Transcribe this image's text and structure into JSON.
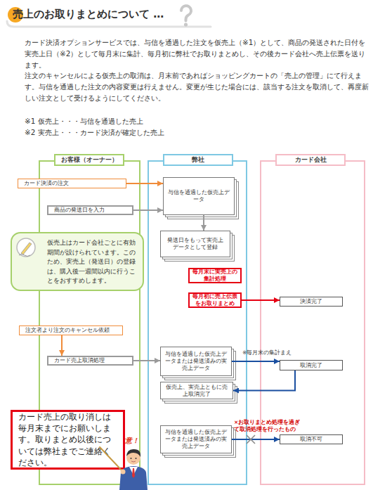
{
  "diagram": {
    "title": "売上のお取りまとめについて …",
    "nodes": [
      {
        "text": [
          "お客様（オーナー）"
        ]
      },
      {
        "text": [
          "弊社"
        ]
      },
      {
        "text": [
          "カード会社"
        ]
      },
      {
        "text": [
          "カード決済の注文"
        ],
        "in": 0
      },
      {
        "text": [
          "与信を通過した仮売上データ"
        ],
        "in": 1
      },
      {
        "text": [
          "商品の発送日を入力"
        ],
        "in": 0
      },
      {
        "text": [
          "発送日をもって実売上データとして登録"
        ],
        "in": 1
      },
      {
        "text": [
          "仮売上はカード会社ごとに有効期間が設けられています。このため、実売上（発送日）の登録は、購入後一週間以内に行うことをおすすめします。"
        ],
        "in": 0
      },
      {
        "text": [
          "毎月末に実売上の集計処理"
        ],
        "in": 1
      },
      {
        "text": [
          "毎月初に売上伝票をお取りまとめ"
        ],
        "in": 1
      },
      {
        "text": [
          "決済完了"
        ],
        "in": 2
      },
      {
        "text": [
          "注文者より注文のキャンセル依頼"
        ],
        "in": 0
      },
      {
        "text": [
          "与信を通過した仮売上データまたは発送済みの実売上データ"
        ],
        "in": 1
      },
      {
        "text": [
          "カード売上取消処理"
        ],
        "in": 0
      },
      {
        "text": [
          "取消完了"
        ],
        "in": 2
      },
      {
        "text": [
          "仮売上、実売上ともに売上取消完了"
        ],
        "in": 1
      },
      {
        "text": [
          "カード売上の取り消しは毎月末までにお願いします。取りまとめ以後については弊社までご連絡ください。"
        ],
        "in": 0
      },
      {
        "text": [
          "与信を通過した仮売上データまたは発送済みの実売上データ"
        ],
        "in": 1
      },
      {
        "text": [
          "取消不可"
        ],
        "in": 2
      }
    ],
    "edges": [
      {
        "from": 3,
        "to": 4,
        "arrow": "to"
      },
      {
        "from": 5,
        "to": 4,
        "arrow": "to"
      },
      {
        "from": 4,
        "to": 6,
        "arrow": "to"
      },
      {
        "from": 9,
        "to": 10,
        "arrow": "to"
      },
      {
        "from": 11,
        "to": 13,
        "arrow": "to"
      },
      {
        "from": 13,
        "to": 12,
        "arrow": "to"
      },
      {
        "from": 12,
        "to": 14,
        "arrow": "to",
        "label": "※毎月末の集計まえ"
      },
      {
        "from": 14,
        "to": 15,
        "arrow": "to"
      },
      {
        "from": 17,
        "to": 18,
        "arrow": "to",
        "label": "×お取りまとめ処理を過ぎて取消処理を行ったもの"
      }
    ],
    "labels": [
      "カード決済オプションサービスでは、与信を通過した注文を仮売上（※1）として、商品の発送された日付を実売上日（※2）として毎月末に集計、毎月初に弊社でお取りまとめし、その後カード会社へ売上伝票を送ります。",
      "注文のキャンセルによる仮売上の取消は、月末前であればショッピングカートの「売上の管理」にて行えます。与信を通過した注文の内容変更は行えません。変更が生じた場合には、該当する注文を取消して、再度新しい注文として受けるようにしてください。",
      "※1 仮売上・・・与信を通過した売上",
      "※2 実売上・・・カード決済が確定した売上",
      "memo",
      "ご注意！"
    ]
  }
}
